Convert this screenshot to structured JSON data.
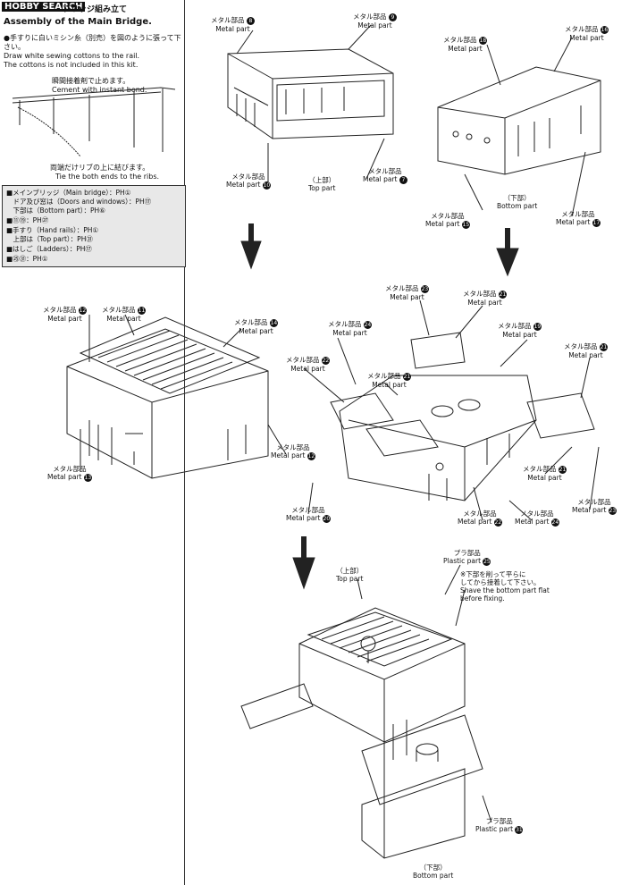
{
  "header": {
    "logo": "HOBBY SEARCH",
    "title_jp": "ブリッジ組み立て",
    "title_en": "Assembly of the Main Bridge."
  },
  "instructions": {
    "jp": "●手すりに白いミシン糸（別売）を図のように張って下さい。",
    "en1": "Draw white sewing cottons to the rail.",
    "en2": "The cottons is not included in this kit.",
    "cement_jp": "瞬間接着剤で止めます。",
    "cement_en": "Cement with instant bond.",
    "tie_jp": "両端だけリブの上に結びます。",
    "tie_en": "Tie the both ends to the ribs."
  },
  "paint_list": [
    "■メインブリッジ（Main bridge）：PH①",
    "　ドア及び窓は（Doors and windows）：PH⑰",
    "　下部は（Bottom part）：PH⑥",
    "■⑪⑲：PH㉗",
    "■手すり（Hand rails）：PH①",
    "　上部は（Top part）：PH㉛",
    "■はしご（Ladders）：PH⑰",
    "■㉕㉛：PH①"
  ],
  "labels": {
    "metal_jp": "メタル部品",
    "metal_en": "Metal part",
    "plastic_jp": "プラ部品",
    "plastic_en": "Plastic part",
    "top_jp": "（上部）",
    "top_en": "Top part",
    "bottom_jp": "（下部）",
    "bottom_en": "Bottom part",
    "shave_jp1": "※下部を削って平らに",
    "shave_jp2": "してから接着して下さい。",
    "shave_en1": "Shave the bottom part flat",
    "shave_en2": "before fixing."
  },
  "part_numbers": {
    "p8": "8",
    "p9": "9",
    "p10": "10",
    "p7": "7",
    "p18": "18",
    "p16": "16",
    "p15": "15",
    "p17": "17",
    "p12": "12",
    "p11": "11",
    "p14": "14",
    "p13": "13",
    "p23": "23",
    "p21": "21",
    "p24": "24",
    "p19": "19",
    "p22": "22",
    "p20": "20",
    "p25": "25",
    "p31": "31"
  }
}
